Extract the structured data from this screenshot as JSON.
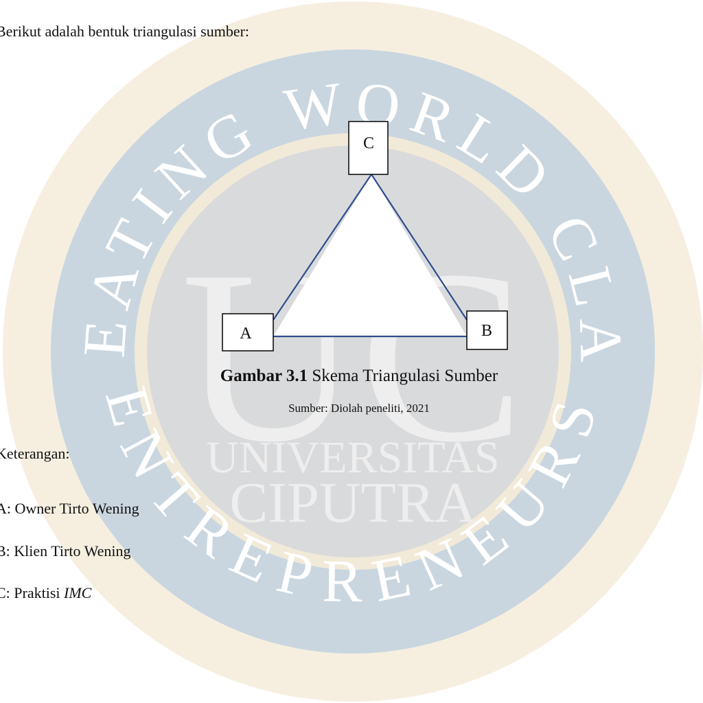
{
  "watermark": {
    "top_arc": "CREATING WORLD CLASS",
    "bottom_arc": "ENTREPRENEURS",
    "monogram": "UC",
    "line1": "UNIVERSITAS",
    "line2": "CIPUTRA",
    "ring_color": "#c8d5df",
    "laurel_color": "#f3e9d2",
    "text_color": "#ffffff"
  },
  "intro": "Berikut adalah bentuk triangulasi sumber:",
  "diagram": {
    "nodes": {
      "A": "A",
      "B": "B",
      "C": "C"
    },
    "edge_color": "#2f4d8c"
  },
  "caption": {
    "number": "Gambar 3.1",
    "title": "Skema Triangulasi Sumber"
  },
  "source": "Sumber: Diolah peneliti, 2021",
  "legend": {
    "heading": "Keterangan:",
    "a": "A: Owner Tirto Wening",
    "b": "B: Klien Tirto Wening",
    "c_prefix": "C: Praktisi ",
    "c_italic": "IMC"
  }
}
